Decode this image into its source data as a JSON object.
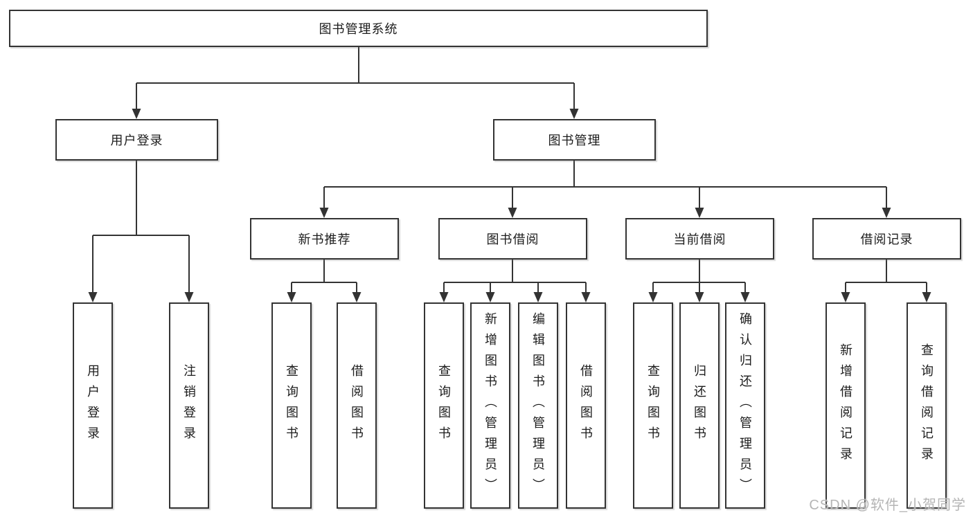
{
  "tree": {
    "root": {
      "label": "图书管理系统"
    },
    "level2": [
      {
        "label": "用户登录"
      },
      {
        "label": "图书管理"
      }
    ],
    "level3": [
      {
        "label": "新书推荐"
      },
      {
        "label": "图书借阅"
      },
      {
        "label": "当前借阅"
      },
      {
        "label": "借阅记录"
      }
    ],
    "leaves": [
      {
        "label": "用户登录"
      },
      {
        "label": "注销登录"
      },
      {
        "label": "查询图书"
      },
      {
        "label": "借阅图书"
      },
      {
        "label": "查询图书"
      },
      {
        "label": "新增图书（管理员）"
      },
      {
        "label": "编辑图书（管理员）"
      },
      {
        "label": "借阅图书"
      },
      {
        "label": "查询图书"
      },
      {
        "label": "归还图书"
      },
      {
        "label": "确认归还（管理员）"
      },
      {
        "label": "新增借阅记录"
      },
      {
        "label": "查询借阅记录"
      }
    ]
  },
  "colors": {
    "line": "#333333",
    "box_border": "#333333",
    "box_fill": "#ffffff",
    "text": "#1c1c1c",
    "watermark": "#b5b5b5"
  },
  "watermark": {
    "text": "CSDN @软件_小贺同学"
  }
}
